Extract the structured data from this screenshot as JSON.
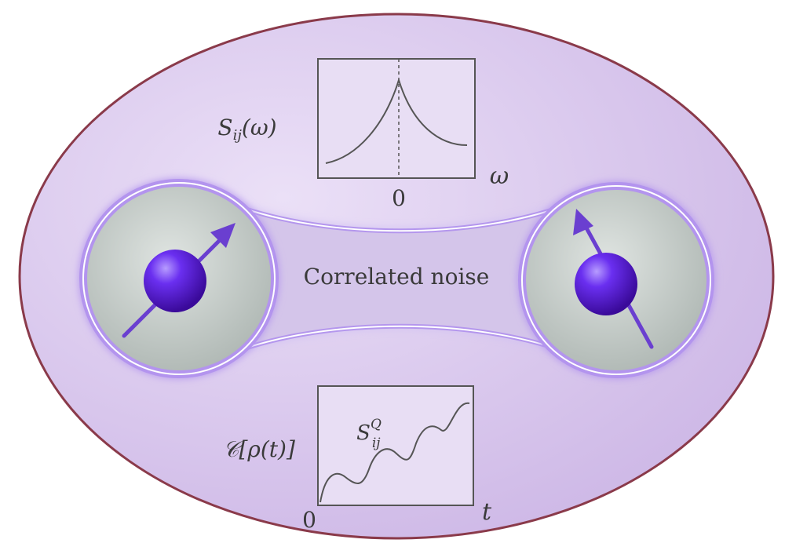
{
  "center_label": "Correlated noise",
  "spectrum_panel": {
    "y_label": "S_ij(ω)",
    "x_label": "ω",
    "origin_tick": "0"
  },
  "coherence_panel": {
    "y_label": "𝒞[ρ(t)]",
    "x_label": "t",
    "origin_tick": "0",
    "curve_label": "S_ij^Q"
  },
  "colors": {
    "ellipse_fill": "#d9c9ee",
    "ellipse_border": "#8a3a4a",
    "bubble_fill": "#c9cfcc",
    "glow": "#a98ae6",
    "spin_sphere": "#5a1fd6",
    "spin_arrow": "#6a3fd0",
    "curve_stroke": "#555555"
  },
  "icons": [
    "spin-up-right-icon",
    "spin-up-left-icon"
  ]
}
